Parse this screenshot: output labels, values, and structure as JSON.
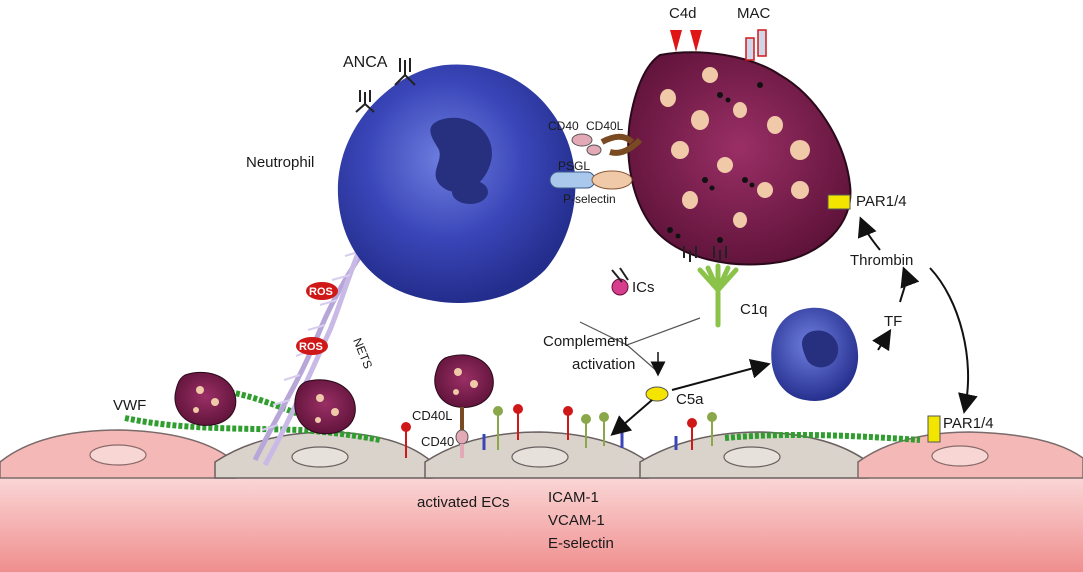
{
  "labels": {
    "anca": "ANCA",
    "neutrophil": "Neutrophil",
    "c4d": "C4d",
    "mac": "MAC",
    "cd40_top": "CD40",
    "cd40l_top": "CD40L",
    "psgl": "PSGL",
    "p_selectin": "P-selectin",
    "par_top": "PAR1/4",
    "thrombin": "Thrombin",
    "ics": "ICs",
    "c1q": "C1q",
    "tf": "TF",
    "complement_line1": "Complement",
    "complement_line2": "activation",
    "c5a": "C5a",
    "nets": "NETS",
    "ros_1": "ROS",
    "ros_2": "ROS",
    "vwf": "VWF",
    "cd40l_bottom": "CD40L",
    "cd40_bottom": "CD40",
    "activated_ecs": "activated ECs",
    "icam": "ICAM-1",
    "vcam": "VCAM-1",
    "eselectin": "E-selectin",
    "par_bottom": "PAR1/4"
  },
  "colors": {
    "neutrophil": "#3a46b8",
    "platelet": "#7b1f4f",
    "granule": "#f0c9a8",
    "endothelium_pink": "#f4b9b7",
    "endothelium_gray": "#d9d3cc",
    "vwf_green": "#2f9e2f",
    "par_yellow": "#f2e600",
    "c5a_yellow": "#f5e400",
    "ros_red": "#d01818",
    "c4d_red": "#e01515",
    "c1q_green": "#8bc34a"
  }
}
